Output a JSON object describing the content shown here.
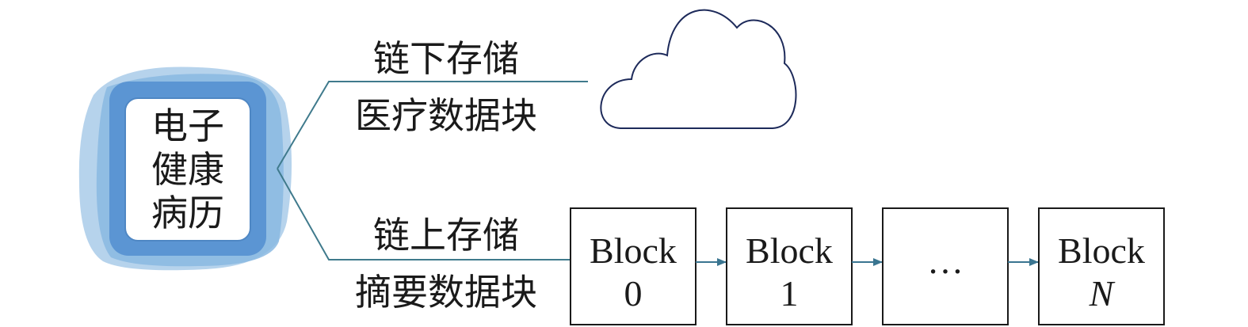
{
  "record": {
    "label_lines": [
      "电子",
      "健康",
      "病历"
    ]
  },
  "offchain": {
    "title": "链下存储",
    "subtitle": "医疗数据块"
  },
  "onchain": {
    "title": "链上存储",
    "subtitle": "摘要数据块"
  },
  "blocks": [
    {
      "line1": "Block",
      "line2": "0",
      "italic": false
    },
    {
      "line1": "Block",
      "line2": "1",
      "italic": false
    },
    {
      "line1": "…",
      "line2": "",
      "italic": false
    },
    {
      "line1": "Block",
      "line2": "N",
      "italic": true
    }
  ],
  "colors": {
    "record_light": "#a9cbe9",
    "record_mid": "#8ab8e2",
    "record_dark": "#5b95d3",
    "connector": "#3f7a8c",
    "cloud_stroke": "#1d2a5a",
    "arrow": "#3a7590",
    "box_stroke": "#1a1a1a"
  }
}
